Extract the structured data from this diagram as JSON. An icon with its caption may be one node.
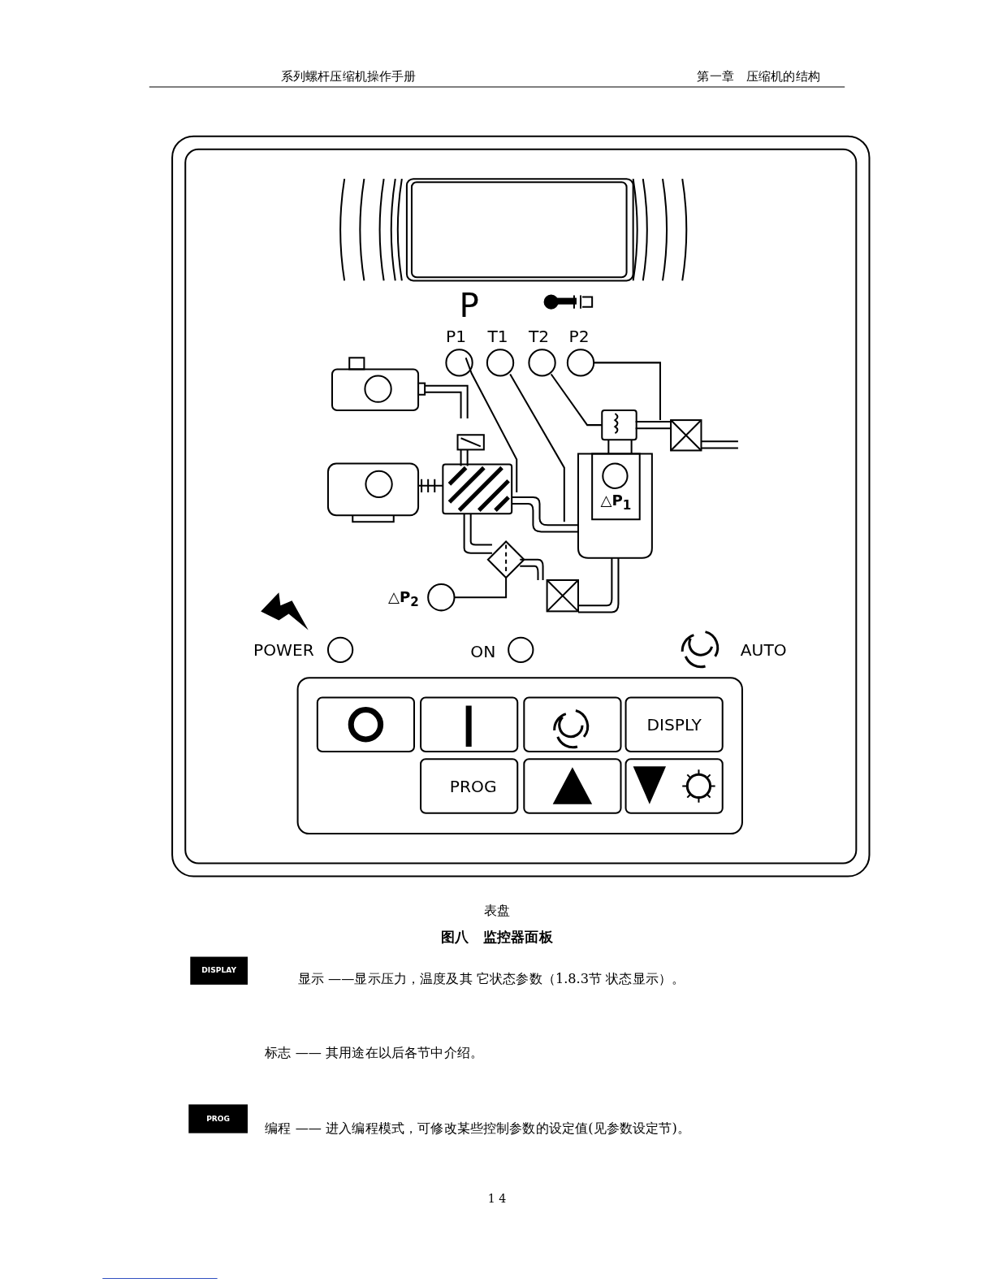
{
  "diagram": {
    "caption": "图八　监控器面板",
    "labels": [
      "系列螺杆压缩机操作手册",
      "第一章　压缩机的结构",
      "P",
      "P1",
      "T1",
      "T2",
      "P2",
      "△P$_{1}$",
      "△P$_{2}$",
      "POWER",
      "ON",
      "AUTO",
      "DISPLY",
      "PROG",
      "表盘",
      "DISPLAY",
      "显示 ——显示压力，温度及其 它状态参数（1.8.3节 状态显示）。",
      "标志 —— 其用途在以后各节中介绍。",
      "PROG",
      "编程 —— 进入编程模式，可修改某些控制参数的设定值(见参数设定节)。",
      "1 4"
    ]
  }
}
